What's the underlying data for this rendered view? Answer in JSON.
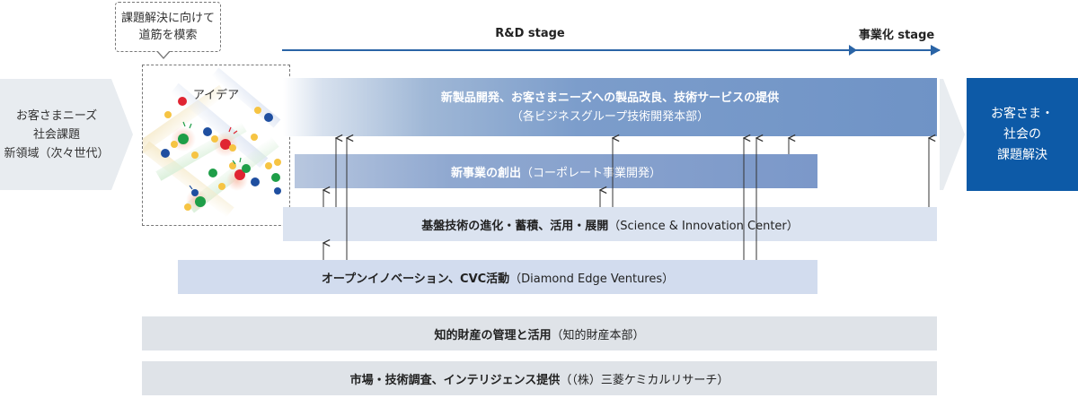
{
  "bubble": {
    "line1": "課題解決に向けて",
    "line2": "道筋を模索"
  },
  "stage": {
    "rd": "R&D stage",
    "biz": "事業化 stage",
    "color": "#2a64a6"
  },
  "left": {
    "line1": "お客さまニーズ",
    "line2": "社会課題",
    "line3": "新領域（次々世代）"
  },
  "idea": {
    "title": "アイデア"
  },
  "band1": {
    "main": "新製品開発、お客さまニーズへの製品改良、技術サービスの提供",
    "sub": "（各ビジネスグループ技術開発本部）"
  },
  "band2": {
    "main": "新事業の創出",
    "sub": "（コーポレート事業開発）"
  },
  "band3": {
    "main": "基盤技術の進化・蓄積、活用・展開",
    "sub": "（Science & Innovation Center）"
  },
  "band4": {
    "main": "オープンイノベーション、CVC活動",
    "sub": "（Diamond Edge Ventures）"
  },
  "band5": {
    "main": "知的財産の管理と活用",
    "sub": "（知的財産本部）"
  },
  "band6": {
    "main": "市場・技術調査、インテリジェンス提供",
    "sub": "（（株）三菱ケミカルリサーチ）"
  },
  "result": {
    "line1": "お客さま・",
    "line2": "社会の",
    "line3": "課題解決"
  },
  "colors": {
    "result_bg": "#0d5aa7",
    "band1_end": "#6f93c6",
    "bottom_band": "#dfe3e8"
  },
  "icons": {
    "idea_illustration": "idea-molecules-icon",
    "stage_arrow": "arrow-right-icon"
  }
}
